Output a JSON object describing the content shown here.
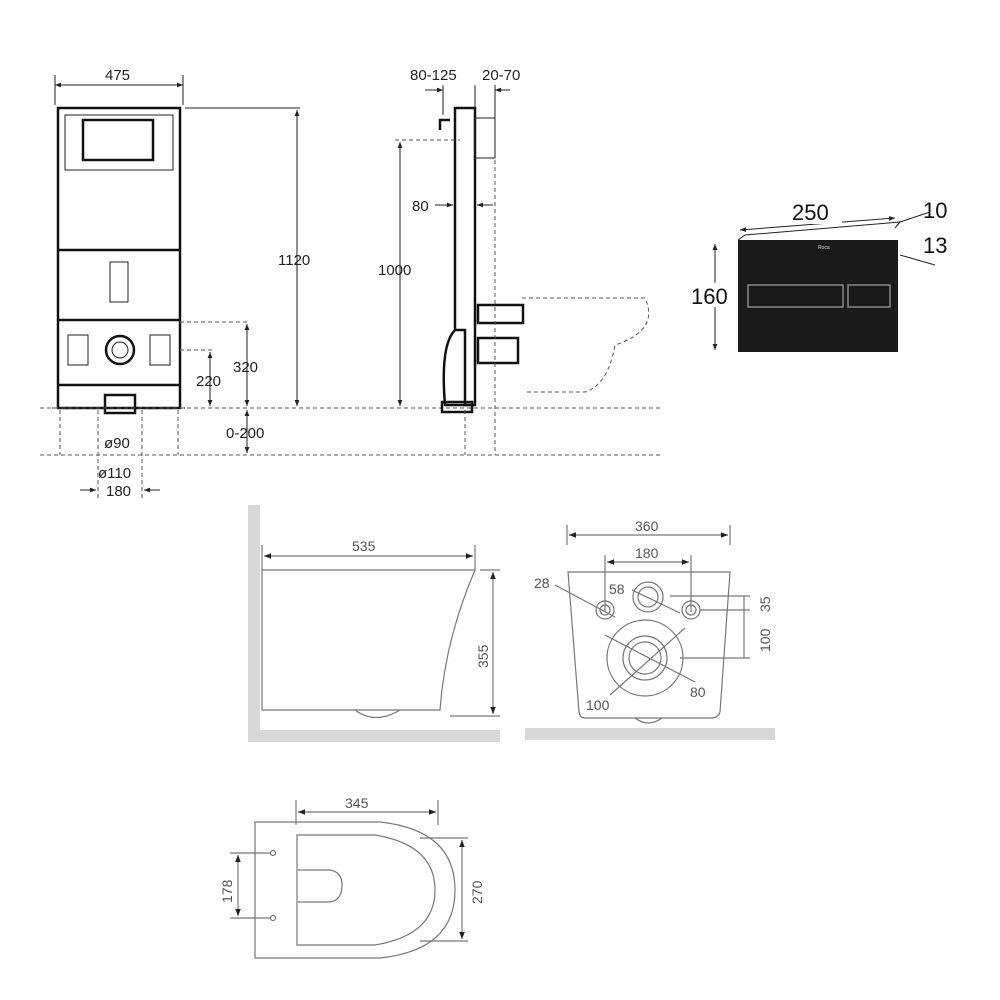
{
  "frame_front": {
    "width": "475",
    "height": "1120",
    "outlet_height": "320",
    "inlet_height": "220",
    "floor_adjust": "0-200",
    "pipe_small": "ø90",
    "pipe_large": "ø110",
    "spacing": "180"
  },
  "frame_side": {
    "depth_a": "80-125",
    "depth_b": "20-70",
    "wall_offset": "80",
    "button_height": "1000"
  },
  "flush_plate": {
    "width": "250",
    "height": "160",
    "depth_a": "10",
    "depth_b": "13",
    "brand": "Roca"
  },
  "bowl_side": {
    "length": "535",
    "height": "355"
  },
  "bowl_back": {
    "width": "360",
    "bolt_spacing": "180",
    "bolt_hole": "28",
    "inlet": "58",
    "offset_a": "35",
    "offset_b": "100",
    "outlet_outer": "100",
    "outlet_inner": "80"
  },
  "bowl_top": {
    "length": "345",
    "bolt_spacing": "178",
    "width": "270"
  }
}
